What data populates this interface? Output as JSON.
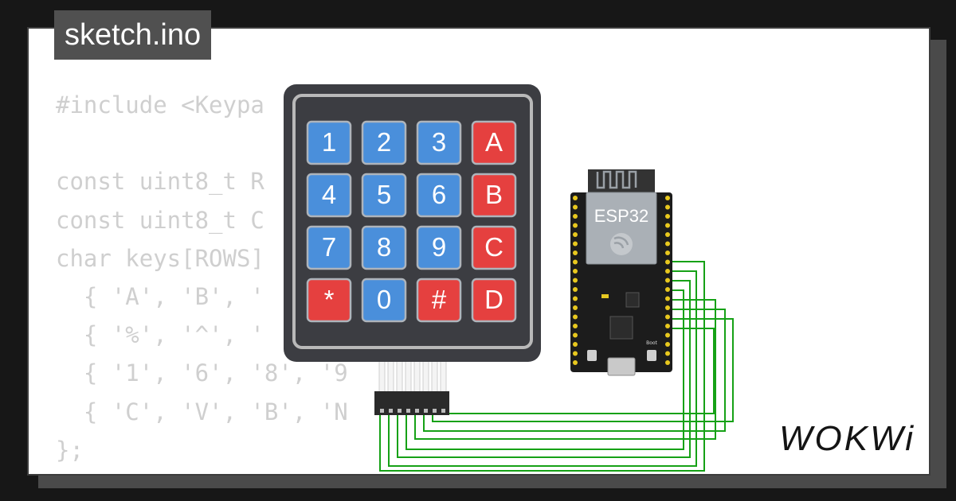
{
  "editor": {
    "tab_label": "sketch.ino",
    "code_lines": [
      "#include <Keypa",
      "",
      "const uint8_t R",
      "const uint8_t C",
      "char keys[ROWS]",
      "  { 'A', 'B', '",
      "  { '%', '^', '",
      "  { '1', '6', '8', '9",
      "  { 'C', 'V', 'B', 'N",
      "};"
    ]
  },
  "keypad": {
    "keys": [
      {
        "label": "1",
        "kind": "digit"
      },
      {
        "label": "2",
        "kind": "digit"
      },
      {
        "label": "3",
        "kind": "digit"
      },
      {
        "label": "A",
        "kind": "letter"
      },
      {
        "label": "4",
        "kind": "digit"
      },
      {
        "label": "5",
        "kind": "digit"
      },
      {
        "label": "6",
        "kind": "digit"
      },
      {
        "label": "B",
        "kind": "letter"
      },
      {
        "label": "7",
        "kind": "digit"
      },
      {
        "label": "8",
        "kind": "digit"
      },
      {
        "label": "9",
        "kind": "digit"
      },
      {
        "label": "C",
        "kind": "letter"
      },
      {
        "label": "*",
        "kind": "symbol"
      },
      {
        "label": "0",
        "kind": "digit"
      },
      {
        "label": "#",
        "kind": "symbol"
      },
      {
        "label": "D",
        "kind": "letter"
      }
    ]
  },
  "esp32": {
    "chip_label": "ESP32",
    "boot_label": "Boot"
  },
  "brand": {
    "logo_text": "WOKWi"
  },
  "colors": {
    "key_blue": "#4a8fdb",
    "key_red": "#e5403f",
    "keypad_body": "#3c3d42",
    "wire_green": "#16a116",
    "board_black": "#1c1c1c",
    "pin_yellow": "#e8c81e"
  }
}
